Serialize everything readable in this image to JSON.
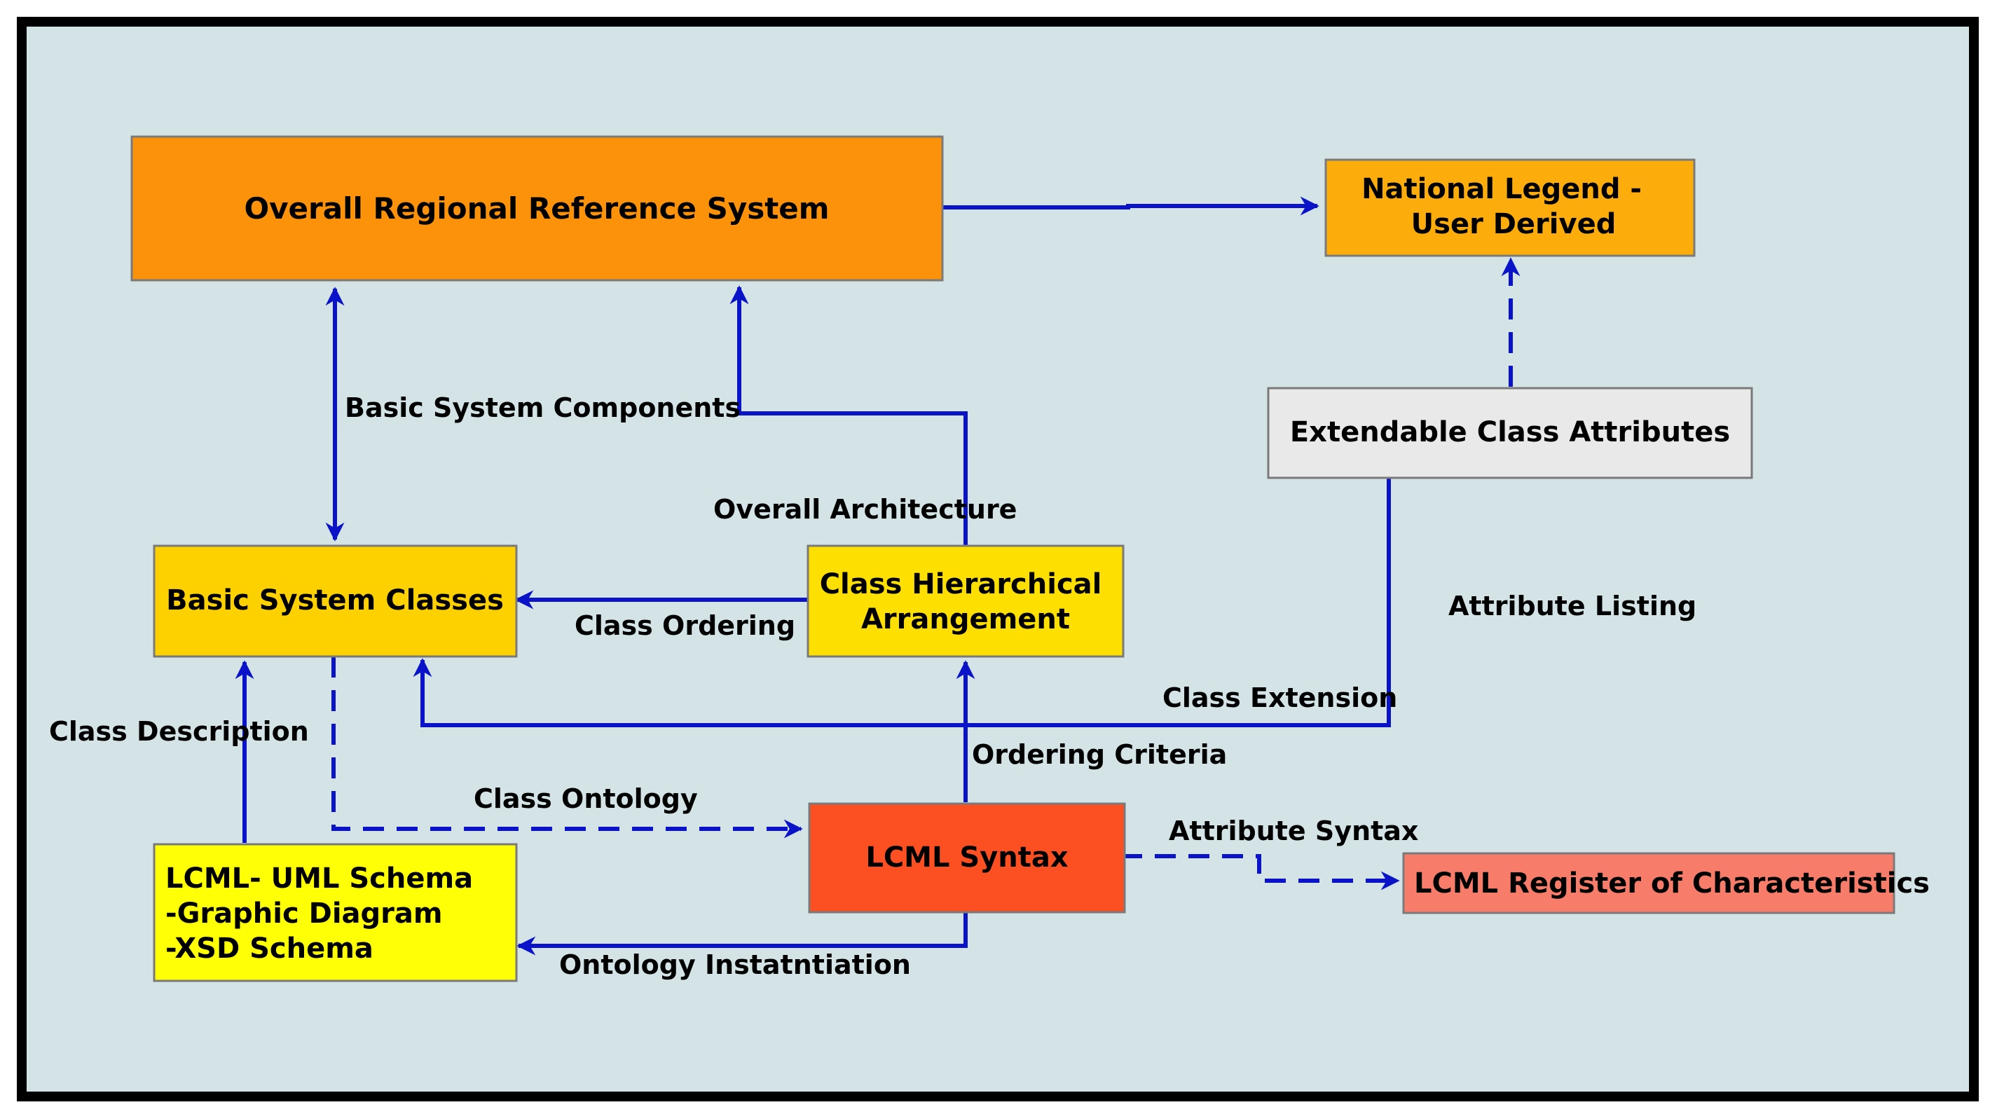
{
  "colors": {
    "background": "#d4e4e6",
    "frame": "#000000",
    "connector": "#0a13c8",
    "reference_system": "#fb9209",
    "national_legend": "#fdad0b",
    "extendable_attributes": "#e9e9e9",
    "basic_classes": "#fdd000",
    "hierarchical": "#fde001",
    "uml_schema": "#ffff05",
    "lcml_syntax": "#fd5022",
    "register": "#f77d6a"
  },
  "nodes": {
    "reference_system": {
      "lines": [
        "Overall Regional Reference System"
      ]
    },
    "national_legend": {
      "lines": [
        "National Legend -",
        "User Derived"
      ]
    },
    "extendable_attributes": {
      "lines": [
        "Extendable Class Attributes"
      ]
    },
    "basic_classes": {
      "lines": [
        "Basic System  Classes"
      ]
    },
    "hierarchical": {
      "lines": [
        "Class Hierarchical",
        "Arrangement"
      ]
    },
    "uml_schema": {
      "lines": [
        "LCML- UML Schema",
        "-Graphic Diagram",
        "-XSD Schema"
      ]
    },
    "lcml_syntax": {
      "lines": [
        "LCML Syntax"
      ]
    },
    "register": {
      "lines": [
        "LCML Register of Characteristics"
      ]
    }
  },
  "edge_labels": {
    "basic_components": "Basic System  Components",
    "overall_architecture": "Overall Architecture",
    "class_ordering": "Class Ordering",
    "attribute_listing": "Attribute Listing",
    "class_extension": "Class Extension",
    "class_description": "Class Description",
    "ordering_criteria": "Ordering Criteria",
    "class_ontology": "Class Ontology",
    "attribute_syntax": "Attribute Syntax",
    "ontology_instantiation": "Ontology Instatntiation"
  }
}
